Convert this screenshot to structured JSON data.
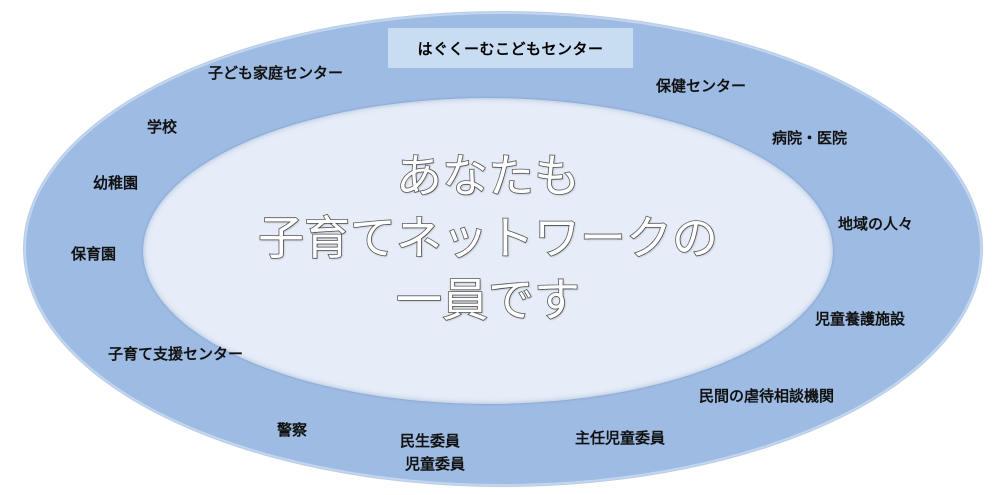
{
  "header_banner": "はぐくーむこどもセンター",
  "center_message": {
    "line1": "あなたも",
    "line2": "子育てネットワークの",
    "line3": "一員です"
  },
  "network_nodes": {
    "kodomo_katei": "子ども家庭センター",
    "gakko": "学校",
    "yochien": "幼稚園",
    "hoikuen": "保育園",
    "kosodate_shien": "子育て支援センター",
    "keisatsu": "警察",
    "minsei_iin": "民生委員",
    "jido_iin": "児童委員",
    "shunin_jido_iin": "主任児童委員",
    "minkan_gyakutai": "民間の虐待相談機関",
    "jido_yogo": "児童養護施設",
    "chiiki_hitobito": "地域の人々",
    "byoin": "病院・医院",
    "hoken": "保健センター"
  },
  "colors": {
    "outer_ring": "#9dbbe3",
    "inner_ellipse": "#e6edf8",
    "banner": "#c9ddf2"
  }
}
